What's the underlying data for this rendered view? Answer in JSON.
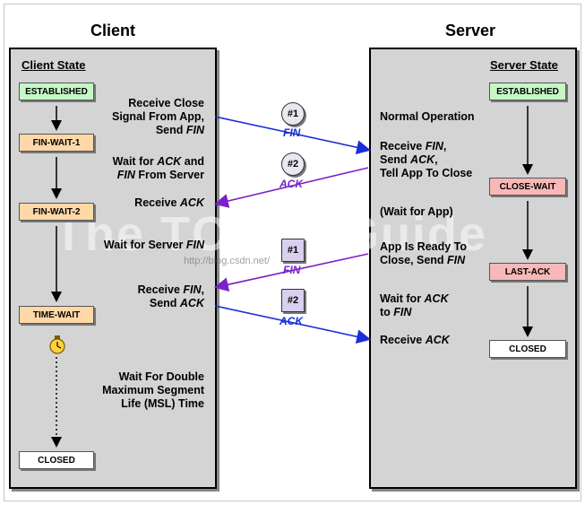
{
  "titles": {
    "client": "Client",
    "server": "Server"
  },
  "client": {
    "state_header": "Client State",
    "states": [
      "ESTABLISHED",
      "FIN-WAIT-1",
      "FIN-WAIT-2",
      "TIME-WAIT",
      "CLOSED"
    ],
    "labels": {
      "l1a": "Receive Close",
      "l1b": "Signal From App,",
      "l1c": "Send ",
      "l1c_i": "FIN",
      "l2a": "Wait for ",
      "l2a_i": "ACK",
      "l2a_b": " and",
      "l2b_i": "FIN",
      "l2b": " From Server",
      "l3": "Receive ",
      "l3_i": "ACK",
      "l4": "Wait for Server ",
      "l4_i": "FIN",
      "l5a": "Receive ",
      "l5a_i": "FIN",
      "l5a_b": ",",
      "l5b": "Send ",
      "l5b_i": "ACK",
      "l6a": "Wait For Double",
      "l6b": "Maximum Segment",
      "l6c": "Life (MSL) Time"
    }
  },
  "server": {
    "state_header": "Server State",
    "states": [
      "ESTABLISHED",
      "CLOSE-WAIT",
      "LAST-ACK",
      "CLOSED"
    ],
    "labels": {
      "r1": "Normal Operation",
      "r2a": "Receive ",
      "r2a_i": "FIN",
      "r2a_b": ",",
      "r2b": "Send ",
      "r2b_i": "ACK",
      "r2b_b": ",",
      "r2c": "Tell App To Close",
      "r3": "(Wait for App)",
      "r4a": "App Is Ready To",
      "r4b": "Close, Send ",
      "r4b_i": "FIN",
      "r5a": "Wait for ",
      "r5a_i": "ACK",
      "r5b": "to ",
      "r5b_i": "FIN",
      "r6": "Receive ",
      "r6_i": "ACK"
    }
  },
  "messages": [
    {
      "badge": "#1",
      "label": "FIN",
      "color": "#1a2fd6"
    },
    {
      "badge": "#2",
      "label": "ACK",
      "color": "#7a22c8"
    },
    {
      "badge": "#1",
      "label": "FIN",
      "color": "#7a22c8"
    },
    {
      "badge": "#2",
      "label": "ACK",
      "color": "#1a2fd6"
    }
  ],
  "watermark": {
    "main": "The TCP/IP Guide",
    "url": "http://blog.csdn.net/"
  }
}
